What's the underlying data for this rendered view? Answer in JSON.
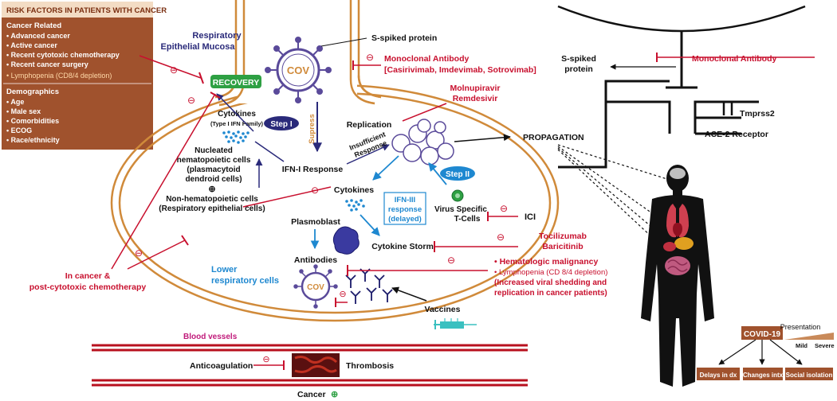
{
  "risk_panel": {
    "header": "RISK FACTORS IN PATIENTS WITH CANCER",
    "cancer_related_title": "Cancer Related",
    "cancer_related": [
      "Advanced cancer",
      "Active cancer",
      "Recent cytotoxic chemotherapy",
      "Recent cancer surgery",
      "Lymphopenia (CD8/4 depletion)"
    ],
    "demographics_title": "Demographics",
    "demographics": [
      "Age",
      "Male sex",
      "Comorbidities",
      "ECOG",
      "Race/ethnicity"
    ]
  },
  "cell": {
    "mucosa_label": [
      "Respiratory",
      "Epithelial Mucosa"
    ],
    "recovery": "RECOVERY",
    "virus_label": "COV",
    "s_spiked": "S-spiked protein",
    "mab": [
      "Monoclonal Antibody",
      "[Casirivimab, Imdevimab, Sotrovimab]"
    ],
    "molnupiravir": [
      "Molnupiravir",
      "Remdesivir"
    ],
    "step1": "Step I",
    "supress": "Supress",
    "replication": "Replication",
    "cytokines_top": [
      "Cytokines",
      "(Type I IFN Family)"
    ],
    "insufficient": [
      "Insufficient",
      "Response"
    ],
    "ifn1": "IFN-I Response",
    "nucleated": [
      "Nucleated",
      "hematopoietic cells",
      "(plasmacytoid",
      "dendroid cells)"
    ],
    "oplus": "⊕",
    "nonhemato": [
      "Non-hematopoietic cells",
      "(Respiratory epithelial cells)"
    ],
    "cytokines": "Cytokines",
    "step2": "Step II",
    "ifn3": [
      "IFN-III",
      "response",
      "(delayed)"
    ],
    "virus_specific": [
      "Virus Specific",
      "T-Cells"
    ],
    "ici": "ICI",
    "plasmoblast": "Plasmoblast",
    "cytokine_storm": "Cytokine Storm",
    "tocilizumab": [
      "Tocilizumab",
      "Baricitinib"
    ],
    "antibodies": "Antibodies",
    "lower_resp": [
      "Lower",
      "respiratory cells"
    ],
    "hemato": "Hematologic malignancy",
    "lympho2": "Lymphopenia (CD 8/4 depletion)",
    "increased": [
      "(Increased viral shedding and",
      "replication in cancer patients)"
    ],
    "vaccines": "Vaccines",
    "in_cancer": [
      "In cancer &",
      "post-cytotoxic chemotherapy"
    ],
    "propagation": "PROPAGATION",
    "minus": "⊖"
  },
  "vessels": {
    "label": "Blood vessels",
    "anticoag": "Anticoagulation",
    "thrombosis": "Thrombosis",
    "cancer": "Cancer",
    "plus": "⊕"
  },
  "receptor": {
    "s_spiked": [
      "S-spiked",
      "protein"
    ],
    "mab": "Monoclonal Antibody",
    "tmprss2": "Tmprss2",
    "ace2": "ACE-2 Receptor"
  },
  "covid": {
    "box": "COVID-19",
    "presentation": "Presentation",
    "mild": "Mild",
    "severe": "Severe",
    "outcomes": [
      "Delays in dx",
      "Changes intx",
      "Social isolation"
    ]
  },
  "colors": {
    "brown": "#a0522d",
    "inhibit": "#c8102e",
    "navy": "#2a2a7a",
    "blue": "#1e88d0",
    "virus": "#5a4a9a",
    "orange": "#d08a3a",
    "green": "#2ea043"
  }
}
